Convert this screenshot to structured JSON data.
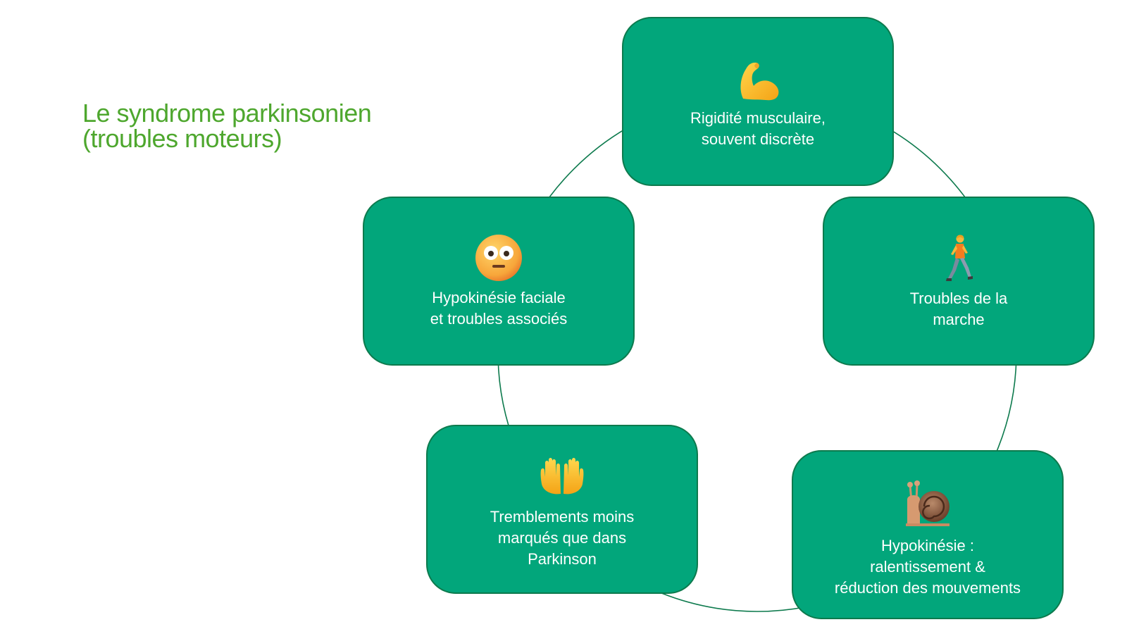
{
  "title": {
    "line1": "Le syndrome parkinsonien",
    "line2": "(troubles moteurs)"
  },
  "colors": {
    "title": "#4ea72e",
    "node_fill": "#02a67b",
    "node_border": "#0d7a4d",
    "cycle_line": "#0d7a4d",
    "node_text": "#ffffff"
  },
  "nodes": [
    {
      "label": "Rigidité musculaire,\nsouvent discrète",
      "icon": "flexed-biceps-icon"
    },
    {
      "label": "Troubles de la\nmarche",
      "icon": "person-walking-icon"
    },
    {
      "label": "Hypokinésie :\nralentissement &\nréduction des mouvements",
      "icon": "snail-icon"
    },
    {
      "label": "Tremblements moins\nmarqués que dans\nParkinson",
      "icon": "palms-up-together-icon"
    },
    {
      "label": "Hypokinésie faciale\net troubles associés",
      "icon": "face-with-open-eyes-icon"
    }
  ]
}
